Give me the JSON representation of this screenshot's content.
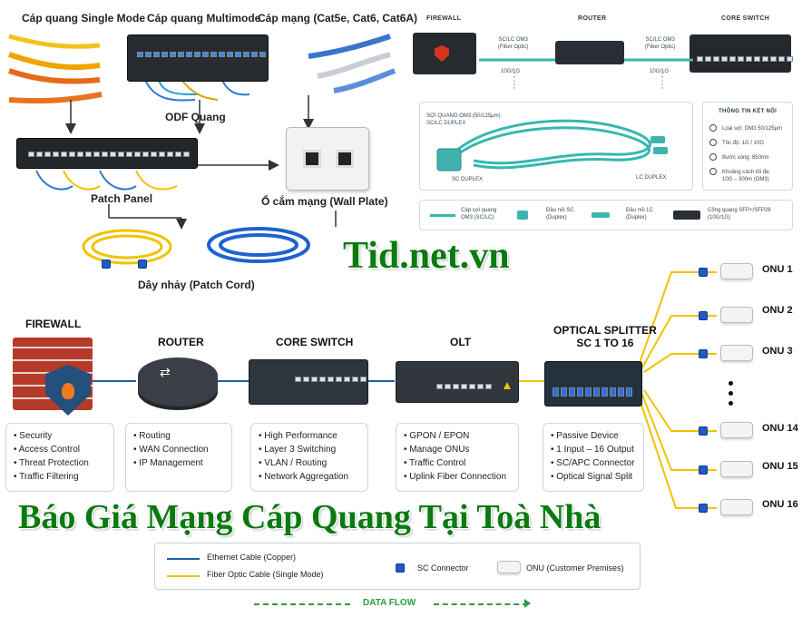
{
  "top_left": {
    "single_mode": "Cáp quang Single Mode",
    "multimode": "Cáp quang Multimode",
    "cat": "Cáp mạng (Cat5e, Cat6, Cat6A)",
    "odf": "ODF Quang",
    "patch_panel": "Patch Panel",
    "wall_plate": "Ổ cắm mạng (Wall Plate)",
    "patch_cord": "Dây nhảy (Patch Cord)"
  },
  "top_right": {
    "firewall": "FIREWALL",
    "router": "ROUTER",
    "core_switch": "CORE SWITCH",
    "link1_a": "SC/LC OM3",
    "link1_b": "(Fiber Optic)",
    "link1_speed": "10G/1G",
    "link2_a": "SC/LC OM3",
    "link2_b": "(Fiber Optic)",
    "link2_speed": "10G/1G",
    "cable_title_a": "SỢI QUANG OM3 (50/125µm)",
    "cable_title_b": "SC/LC DUPLEX",
    "sc_duplex": "SC DUPLEX",
    "lc_duplex": "LC DUPLEX",
    "info_title": "THÔNG TIN KẾT NỐI",
    "info_fiber": "Loại sợi: OM3 50/125µm",
    "info_speed": "Tốc độ: 1G / 10G",
    "info_wave": "Bước sóng: 850nm",
    "info_dist_a": "Khoảng cách tối đa:",
    "info_dist_b": "10G – 300m (OM3)",
    "legend1_a": "Cáp sợi quang",
    "legend1_b": "OM3 (SC/LC)",
    "legend2_a": "Đầu nối SC",
    "legend2_b": "(Duplex)",
    "legend3_a": "Đầu nối LC",
    "legend3_b": "(Duplex)",
    "legend4_a": "Cổng quang SFP+/SFP28",
    "legend4_b": "(10G/1G)"
  },
  "watermark": "Tid.net.vn",
  "bottom": {
    "firewall": "FIREWALL",
    "router": "ROUTER",
    "core_switch": "CORE SWITCH",
    "olt": "OLT",
    "splitter_a": "OPTICAL SPLITTER",
    "splitter_b": "SC 1 TO 16",
    "firewall_items": [
      "Security",
      "Access Control",
      "Threat Protection",
      "Traffic Filtering"
    ],
    "router_items": [
      "Routing",
      "WAN Connection",
      "IP Management"
    ],
    "switch_items": [
      "High Performance",
      "Layer 3 Switching",
      "VLAN / Routing",
      "Network Aggregation"
    ],
    "olt_items": [
      "GPON / EPON",
      "Manage ONUs",
      "Traffic Control",
      "Uplink Fiber Connection"
    ],
    "splitter_items": [
      "Passive Device",
      "1 Input – 16 Output",
      "SC/APC Connector",
      "Optical Signal Split"
    ],
    "onus": [
      "ONU 1",
      "ONU 2",
      "ONU 3",
      "ONU 14",
      "ONU 15",
      "ONU 16"
    ],
    "banner": "Báo Giá Mạng Cáp Quang Tại Toà Nhà",
    "legend_ethernet": "Ethernet Cable (Copper)",
    "legend_fiber": "Fiber Optic Cable (Single Mode)",
    "legend_sc": "SC Connector",
    "legend_onu": "ONU (Customer Premises)",
    "data_flow": "DATA FLOW"
  },
  "colors": {
    "fiber_yellow": "#f2c200",
    "ethernet_blue": "#1d5ea8",
    "aqua": "#35b8b0",
    "watermark_green": "#0b7a10",
    "flow_green": "#2e9b44"
  }
}
